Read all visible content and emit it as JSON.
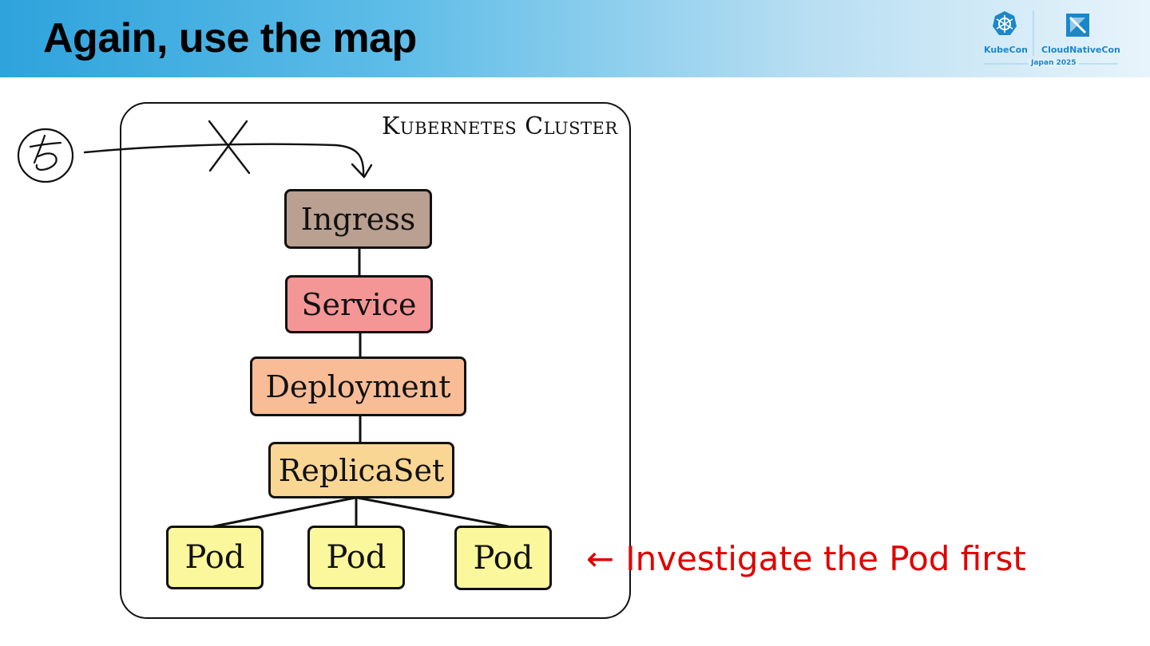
{
  "slide": {
    "title": "Again, use the map"
  },
  "logo": {
    "left_name": "KubeCon",
    "right_name": "CloudNativeCon",
    "subtitle": "Japan 2025"
  },
  "diagram": {
    "cluster_label": "Kubernetes Cluster",
    "nodes": {
      "ingress": "Ingress",
      "service": "Service",
      "deployment": "Deployment",
      "replicaset": "ReplicaSet",
      "pod": "Pod"
    },
    "annotation": "Investigate the Pod first",
    "annotation_arrow": "←",
    "colors": {
      "ingress": "#b9a091",
      "service": "#f49696",
      "deployment": "#f8bd96",
      "replicaset": "#fad694",
      "pod": "#fbf79c",
      "annotation": "#e00000"
    }
  }
}
